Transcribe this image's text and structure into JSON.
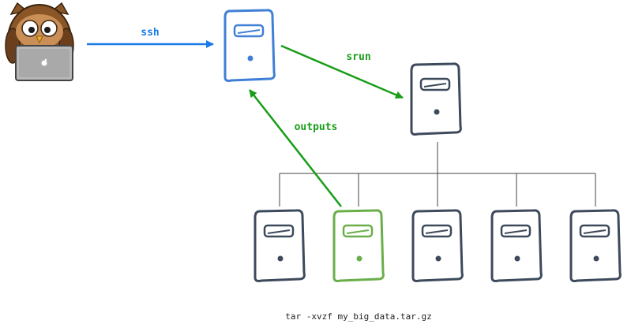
{
  "colors": {
    "ssh": "#1a7ae6",
    "srun": "#199d19",
    "outputs": "#199d19",
    "login_node": "#3f7fd6",
    "active_node": "#6aae4a",
    "node": "#3d4a5c",
    "tree": "#444444"
  },
  "labels": {
    "ssh": "ssh",
    "srun": "srun",
    "outputs": "outputs",
    "command": "tar -xvzf my_big_data.tar.gz"
  },
  "icons": {
    "user": "owl-with-laptop-icon",
    "server": "server-tower-icon"
  }
}
